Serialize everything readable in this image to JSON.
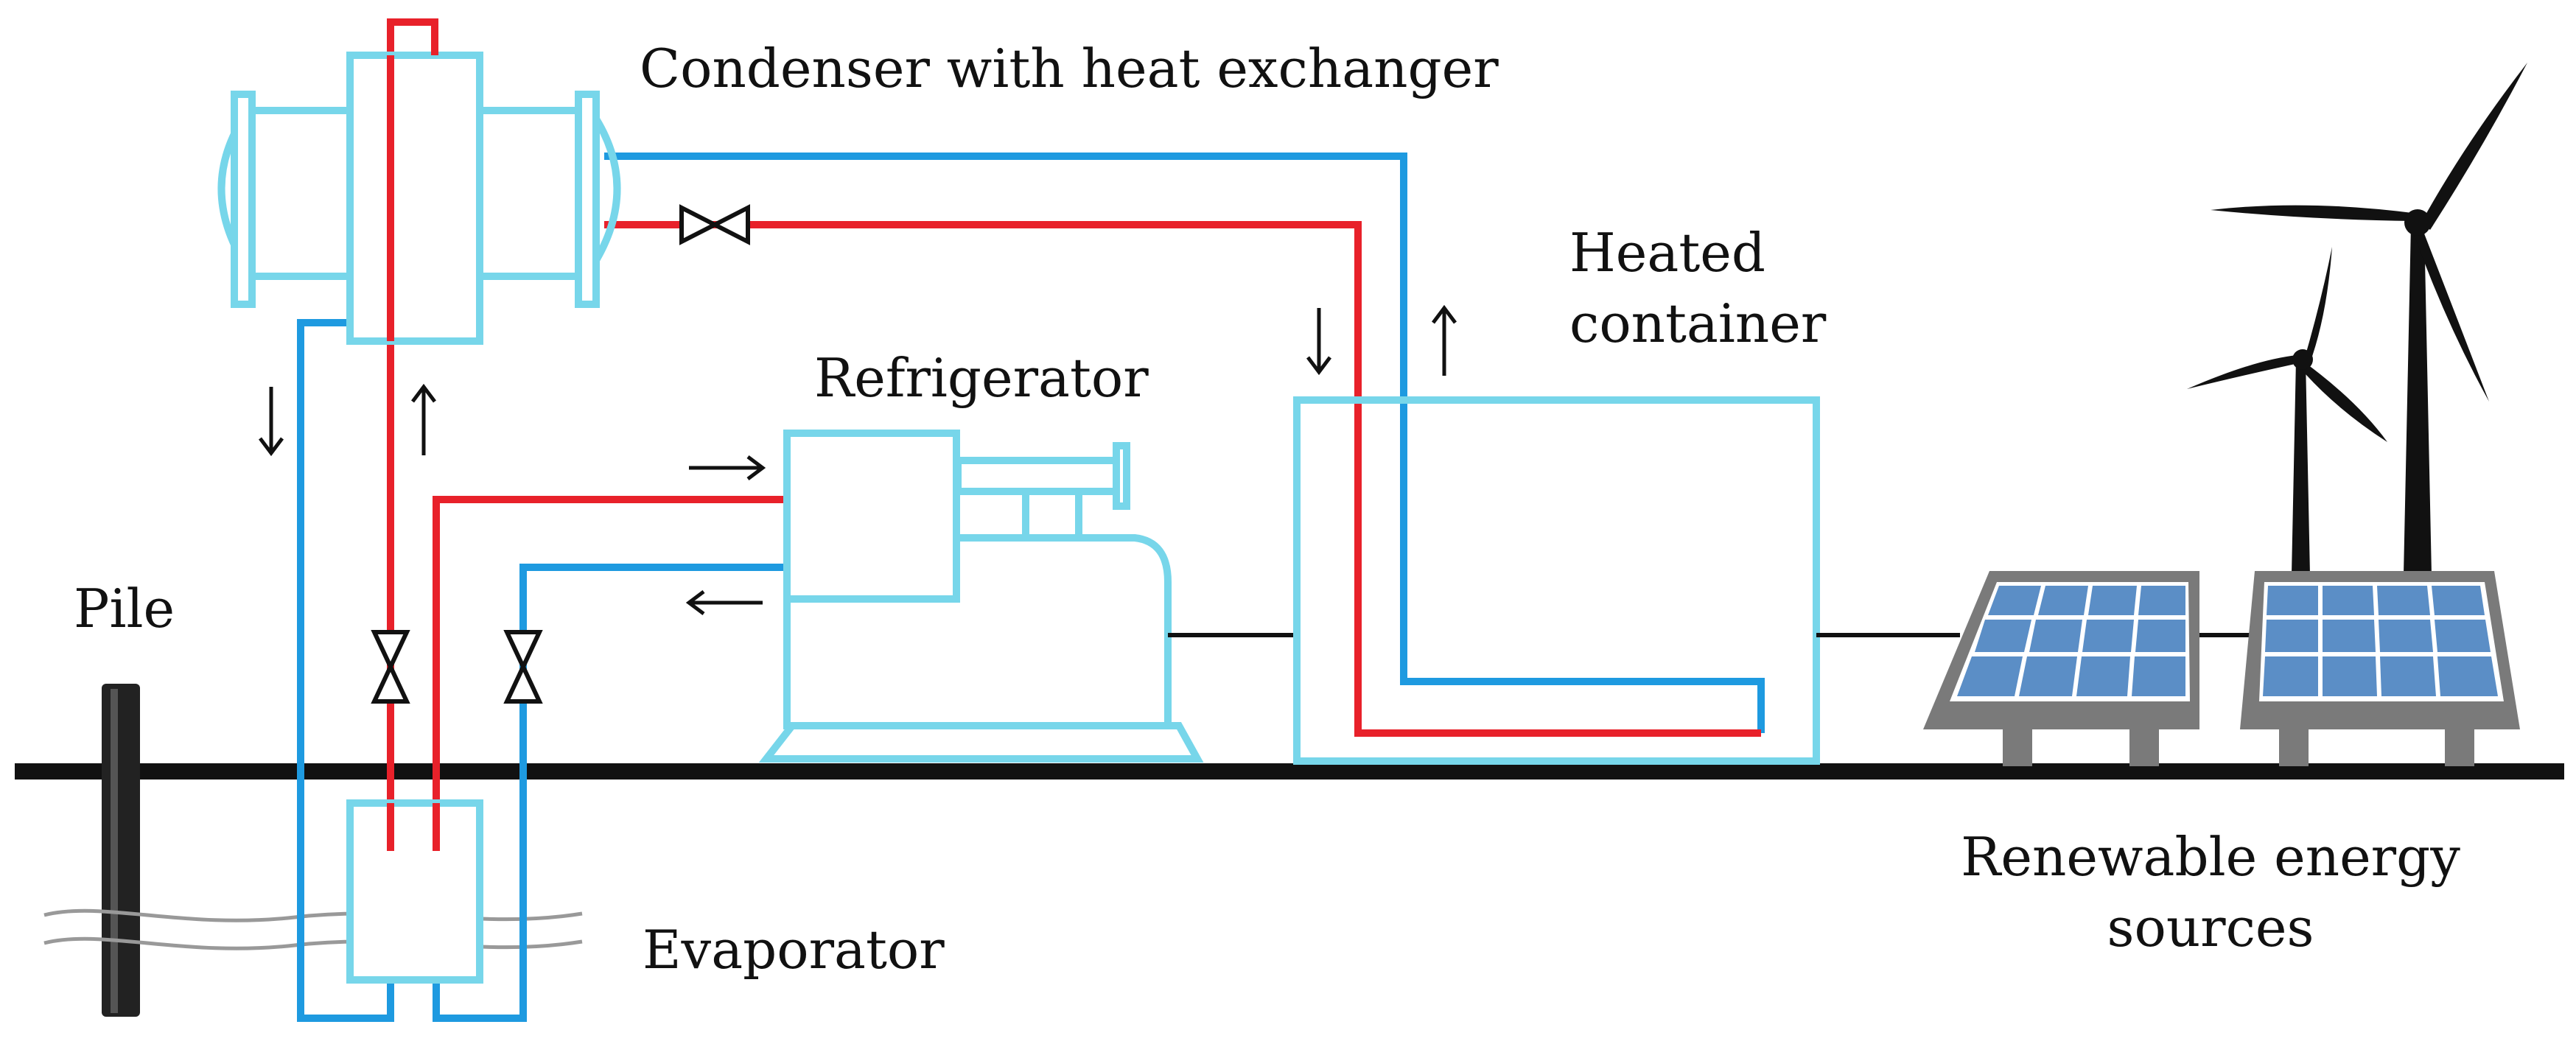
{
  "labels": {
    "condenser": "Condenser with heat exchanger",
    "heated_line1": "Heated",
    "heated_line2": "container",
    "refrigerator": "Refrigerator",
    "pile": "Pile",
    "evaporator": "Evaporator",
    "renewable_line1": "Renewable energy",
    "renewable_line2": "sources"
  },
  "colors": {
    "hot_pipe": "#e8212a",
    "cold_pipe": "#1e9ae0",
    "equipment_outline": "#77d6ea",
    "ground": "#111111",
    "panel_cell": "#5b8ec6",
    "panel_frame": "#7a7a7a",
    "turbine": "#111111",
    "pile": "#222222"
  },
  "icons": {
    "valves": [
      "valve-icon",
      "valve-icon",
      "valve-icon"
    ],
    "arrows": [
      "arrow-down-icon",
      "arrow-up-icon",
      "arrow-right-icon",
      "arrow-left-icon",
      "arrow-down-icon",
      "arrow-up-icon"
    ],
    "wind_turbines": [
      "wind-turbine-icon",
      "wind-turbine-icon"
    ],
    "solar_panels": [
      "solar-panel-icon",
      "solar-panel-icon"
    ]
  }
}
